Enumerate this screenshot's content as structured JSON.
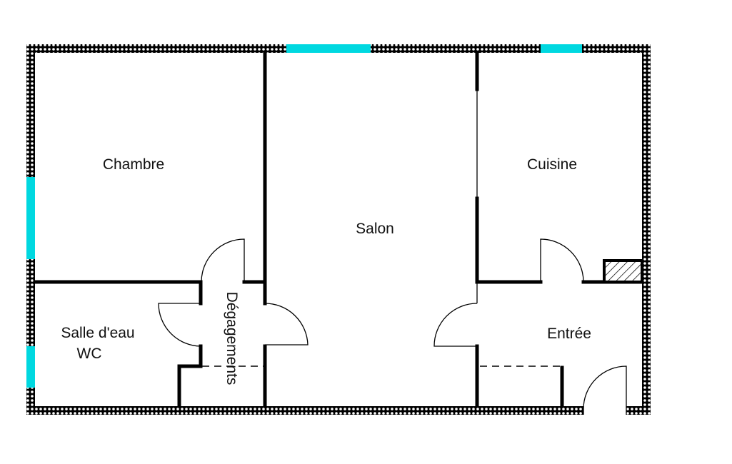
{
  "title": "Plan d'appartement",
  "rooms": {
    "chambre": "Chambre",
    "salon": "Salon",
    "cuisine": "Cuisine",
    "salle_eau": "Salle d'eau",
    "wc": "WC",
    "entree": "Entrée",
    "degagements": "Dégagements"
  },
  "colors": {
    "window": "#00d8e0",
    "wall": "#000000"
  }
}
